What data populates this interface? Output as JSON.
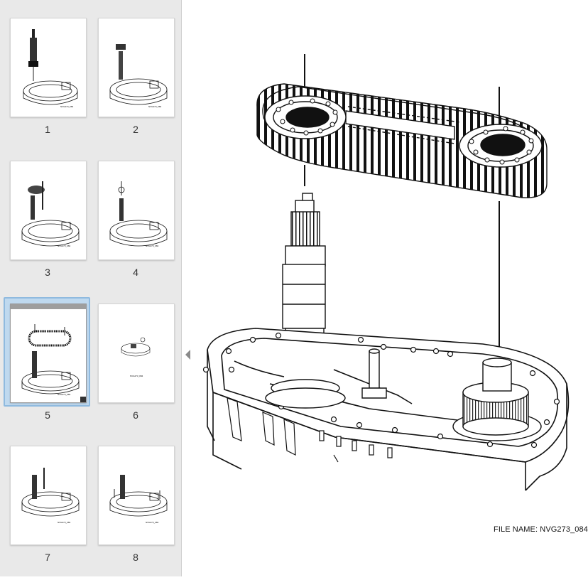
{
  "sidebar": {
    "thumbnails": [
      {
        "label": "1"
      },
      {
        "label": "2"
      },
      {
        "label": "3"
      },
      {
        "label": "4"
      },
      {
        "label": "5",
        "selected": true
      },
      {
        "label": "6"
      },
      {
        "label": "7"
      },
      {
        "label": "8"
      }
    ],
    "collapse_icon": "triangle-left-icon"
  },
  "main": {
    "file_name": "FILE NAME: NVG273_084"
  }
}
